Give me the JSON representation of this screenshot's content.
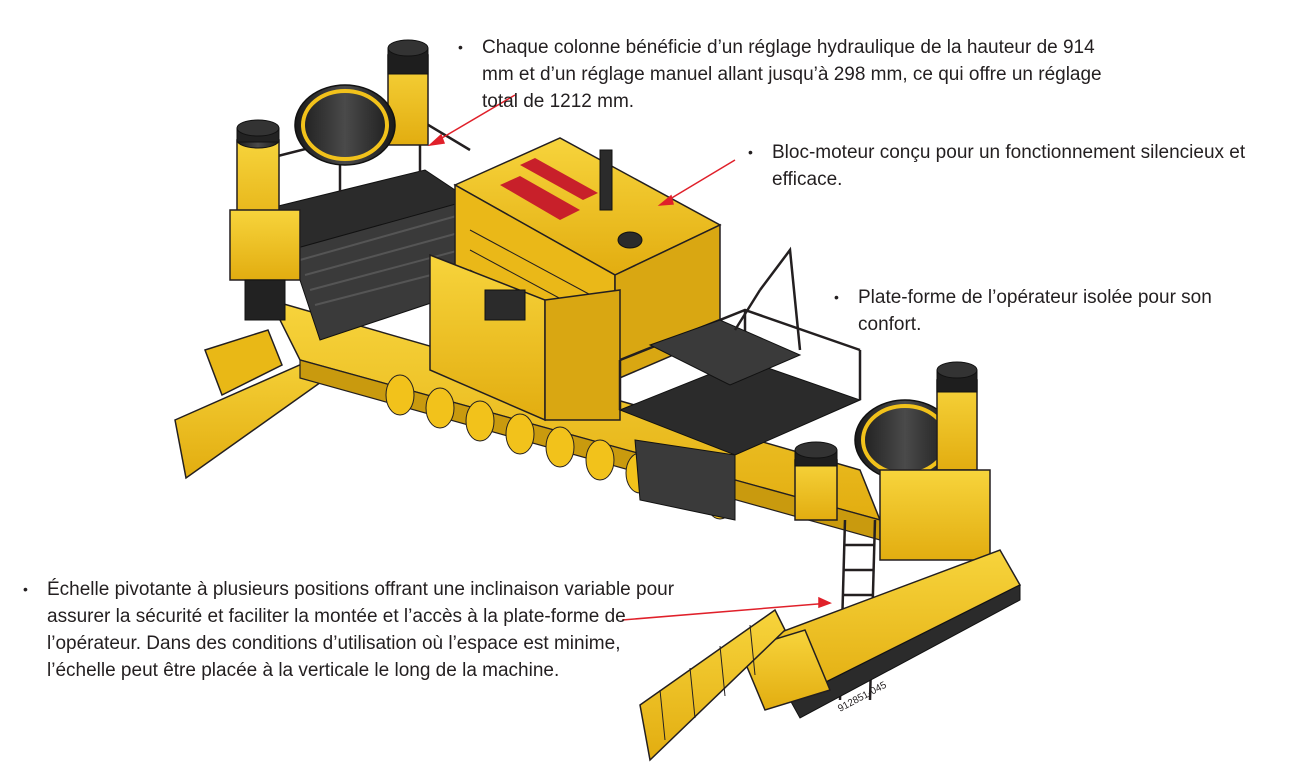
{
  "callouts": [
    {
      "bullet": "•",
      "text": "Chaque colonne bénéficie d’un réglage hydraulique de la hauteur de 914 mm et d’un réglage manuel allant jusqu’à 298 mm, ce qui offre un réglage total de 1212 mm."
    },
    {
      "bullet": "•",
      "text": "Bloc-moteur conçu pour un fonctionnement silencieux et efficace."
    },
    {
      "bullet": "•",
      "text": "Plate-forme de l’opérateur isolée pour son confort."
    },
    {
      "bullet": "•",
      "text": "Échelle pivotante à plusieurs positions offrant une inclinaison variable pour assurer la sécurité et faciliter la montée et l’accès à la plate-forme de l’opérateur. Dans des conditions d’utilisation où l’espace est minime, l’échelle peut être placée à la verticale le long de la machine."
    }
  ],
  "part_number": "912851-045",
  "colors": {
    "machine_yellow": "#f2c21b",
    "machine_shadow": "#c99a0e",
    "dark": "#2b2b2b",
    "leader": "#e0202a",
    "stripe": "#c8202a"
  }
}
